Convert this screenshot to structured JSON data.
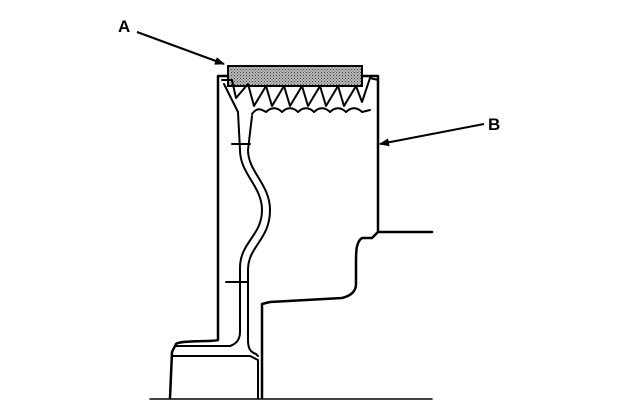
{
  "callouts": {
    "a": {
      "label": "A",
      "target": "friction-material-band"
    },
    "b": {
      "label": "B",
      "target": "pulley-hub-body"
    }
  },
  "colors": {
    "ink": "#000000",
    "background": "#ffffff",
    "friction_stipple": "#9a9a9a"
  }
}
